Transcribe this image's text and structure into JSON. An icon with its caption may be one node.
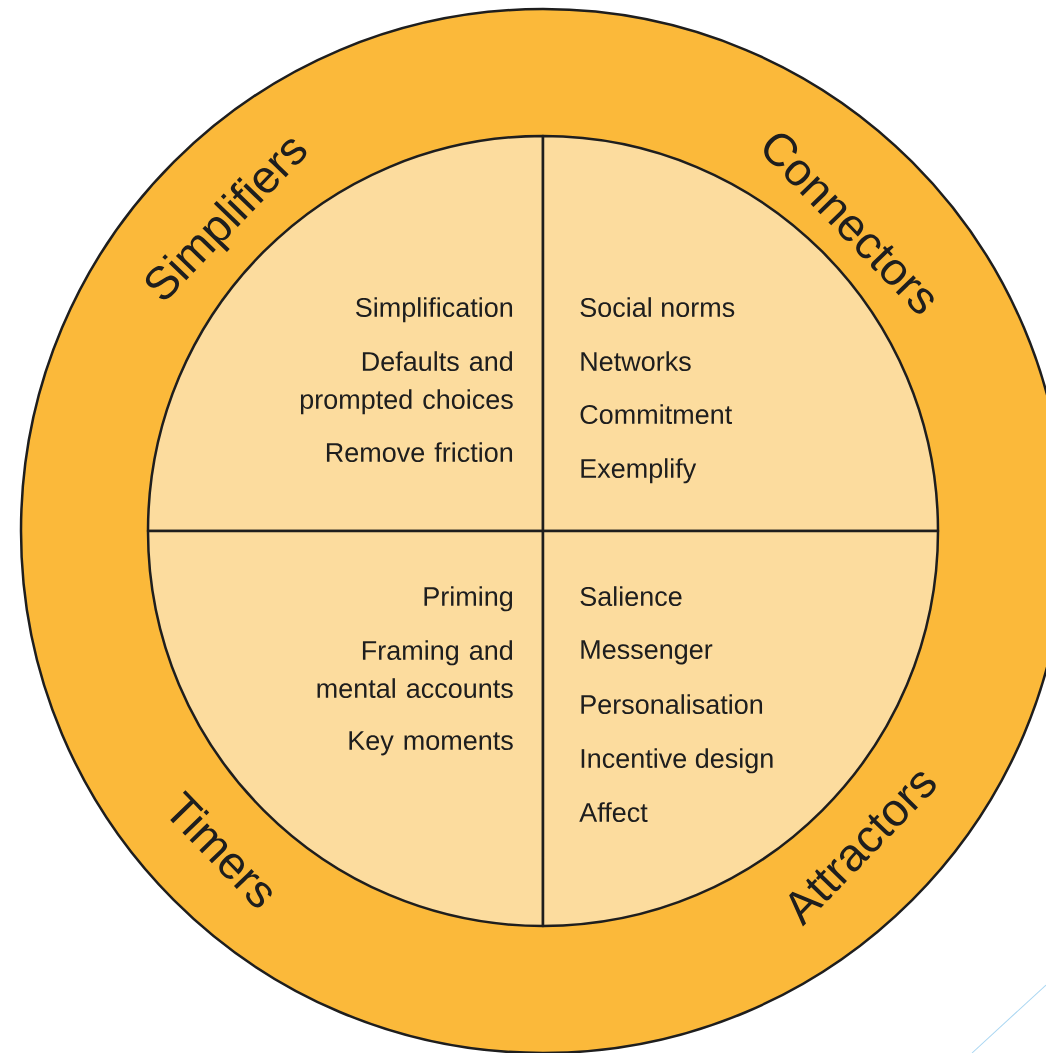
{
  "diagram": {
    "nodes": [
      {
        "text": [],
        "shape": "circle"
      },
      {
        "text": [
          "Simplifiers",
          "Simplification",
          "Defaults and prompted choices",
          "Remove friction"
        ],
        "in": 0
      },
      {
        "text": [
          "Connectors",
          "Social norms",
          "Networks",
          "Commitment",
          "Exemplify"
        ],
        "in": 0
      },
      {
        "text": [
          "Timers",
          "Priming",
          "Framing and mental accounts",
          "Key moments"
        ],
        "in": 0
      },
      {
        "text": [
          "Attractors",
          "Salience",
          "Messenger",
          "Personalisation",
          "Incentive design",
          "Affect"
        ],
        "in": 0
      }
    ]
  }
}
